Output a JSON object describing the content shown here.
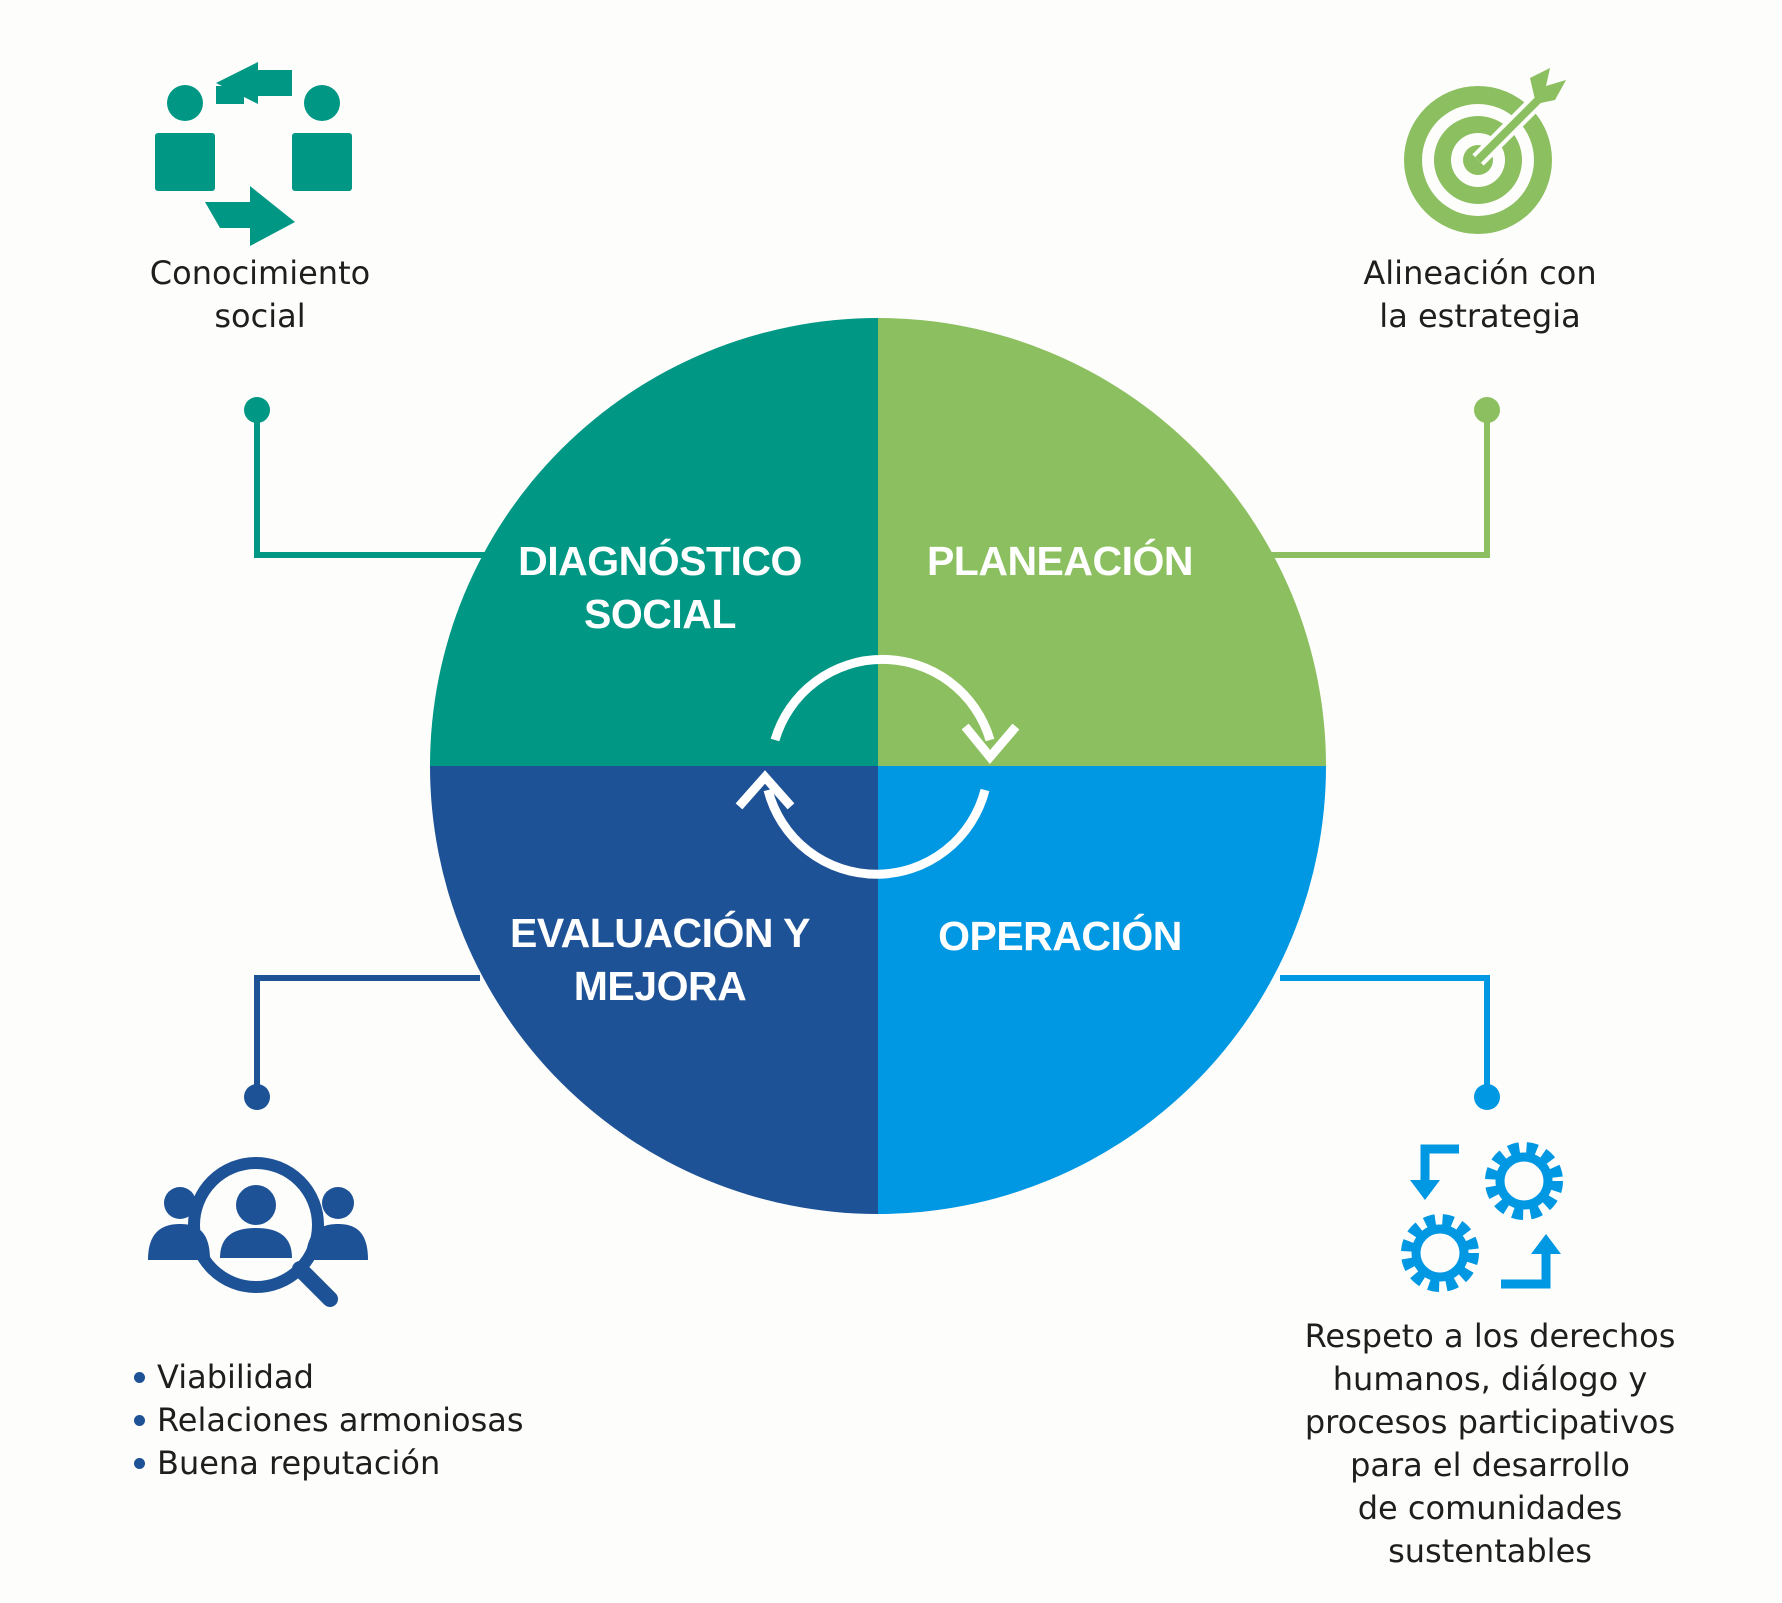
{
  "colors": {
    "teal": "#009784",
    "green": "#8bbf5f",
    "navy": "#1e5296",
    "blue": "#0097e3",
    "white": "#ffffff"
  },
  "quadrants": {
    "top_left": {
      "line1": "DIAGNÓSTICO",
      "line2": "SOCIAL"
    },
    "top_right": {
      "line1": "PLANEACIÓN"
    },
    "bottom_left": {
      "line1": "EVALUACIÓN Y",
      "line2": "MEJORA"
    },
    "bottom_right": {
      "line1": "OPERACIÓN"
    }
  },
  "center_icon": "cycle-arrows-icon",
  "corners": {
    "top_left": {
      "icon": "people-exchange-icon",
      "line1": "Conocimiento",
      "line2": "social"
    },
    "top_right": {
      "icon": "target-icon",
      "line1": "Alineación con",
      "line2": "la estrategia"
    },
    "bottom_left": {
      "icon": "people-search-icon",
      "items": [
        "Viabilidad",
        "Relaciones armoniosas",
        "Buena reputación"
      ]
    },
    "bottom_right": {
      "icon": "gears-process-icon",
      "lines": [
        "Respeto a los derechos",
        "humanos, diálogo y",
        "procesos participativos",
        "para el desarrollo",
        "de comunidades",
        "sustentables"
      ]
    }
  }
}
